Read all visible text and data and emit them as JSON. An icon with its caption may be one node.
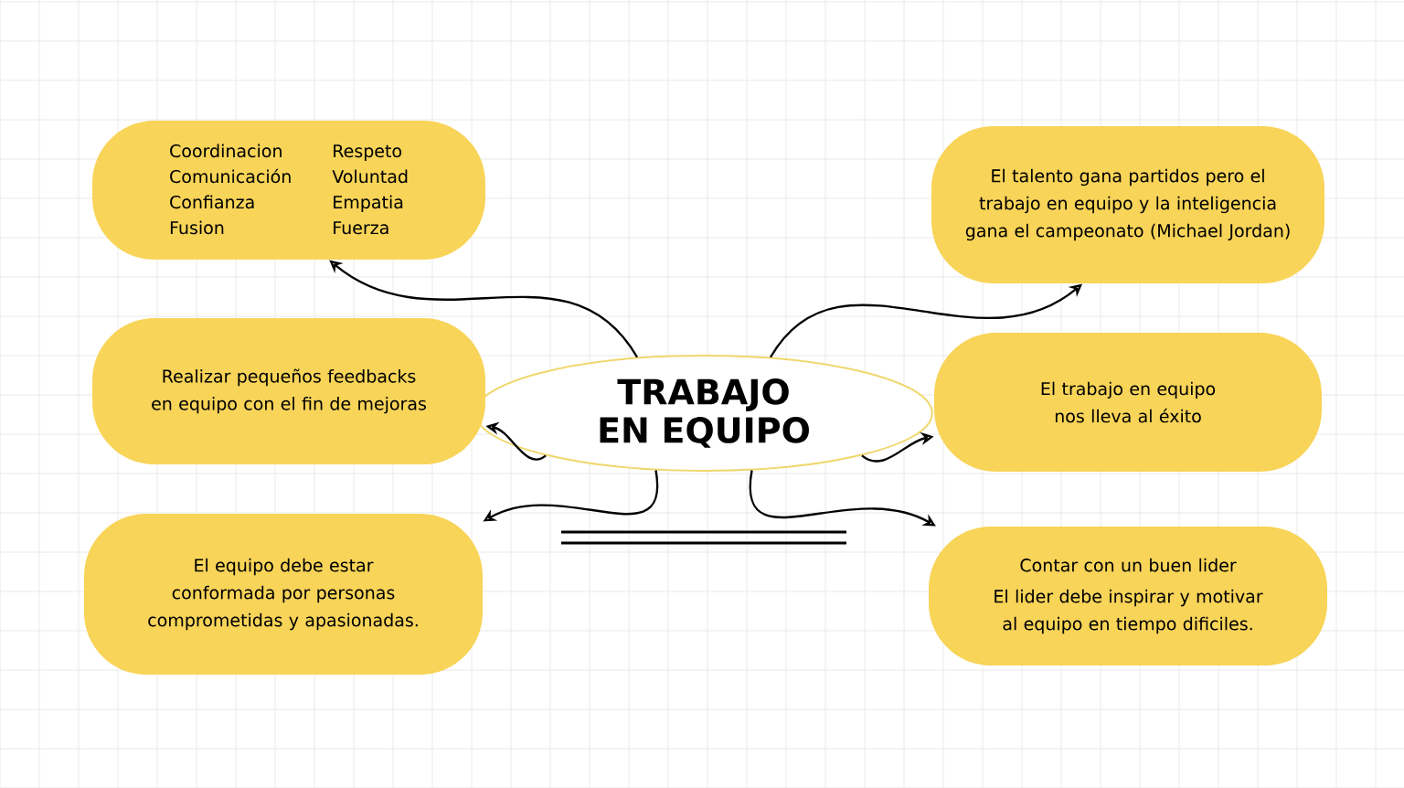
{
  "diagram": {
    "nodes": [
      {
        "text": [
          "TRABAJO EN EQUIPO"
        ]
      },
      {
        "text": [
          "Coordinacion",
          "Comunicación",
          "Confianza",
          "Fusion",
          "Respeto",
          "Voluntad",
          "Empatia",
          "Fuerza"
        ]
      },
      {
        "text": [
          "El talento gana partidos pero el trabajo en equipo y la inteligencia gana el campeonato (Michael Jordan)"
        ]
      },
      {
        "text": [
          "Realizar pequeños feedbacks en equipo con el fin de mejoras"
        ]
      },
      {
        "text": [
          "El trabajo en equipo nos lleva al éxito"
        ]
      },
      {
        "text": [
          "El equipo debe estar conformada por personas comprometidas y apasionadas."
        ]
      },
      {
        "text": [
          "Contar con un buen lider",
          "El lider debe inspirar y motivar al equipo en tiempo dificiles."
        ]
      }
    ],
    "edges": [
      {
        "from": 0,
        "to": 1,
        "arrow": "to"
      },
      {
        "from": 0,
        "to": 2,
        "arrow": "to"
      },
      {
        "from": 0,
        "to": 3,
        "arrow": "to"
      },
      {
        "from": 0,
        "to": 4,
        "arrow": "to"
      },
      {
        "from": 0,
        "to": 5,
        "arrow": "to"
      },
      {
        "from": 0,
        "to": 6,
        "arrow": "to"
      }
    ]
  }
}
